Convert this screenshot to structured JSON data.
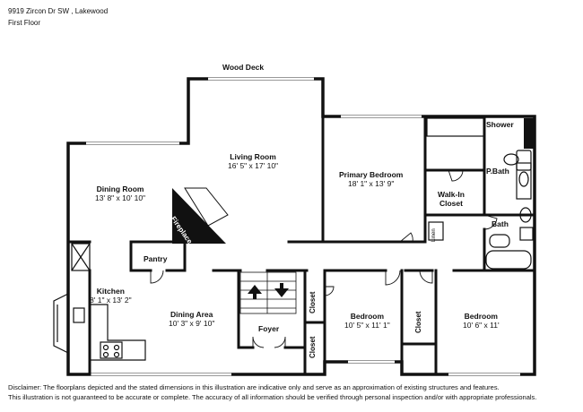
{
  "header": {
    "address": "9919 Zircon Dr SW , Lakewood",
    "floor": "First Floor"
  },
  "exterior": {
    "deck": "Wood Deck"
  },
  "rooms": {
    "living_room": {
      "name": "Living Room",
      "dims": "16' 5\" x 17' 10\""
    },
    "dining_room": {
      "name": "Dining Room",
      "dims": "13' 8\" x 10' 10\""
    },
    "primary_bedroom": {
      "name": "Primary Bedroom",
      "dims": "18' 1\" x 13' 9\""
    },
    "kitchen": {
      "name": "Kitchen",
      "dims": "8' 1\" x 13' 2\""
    },
    "dining_area": {
      "name": "Dining Area",
      "dims": "10' 3\" x 9' 10\""
    },
    "bedroom_1": {
      "name": "Bedroom",
      "dims": "10' 5\" x 11' 1\""
    },
    "bedroom_2": {
      "name": "Bedroom",
      "dims": "10' 6\" x 11'"
    },
    "walk_in_closet": {
      "line1": "Walk-In",
      "line2": "Closet"
    },
    "pantry": "Pantry",
    "foyer": "Foyer",
    "shower": "Shower",
    "p_bath": "P.Bath",
    "bath": "Bath",
    "fireplace": "Fireplace",
    "linen": "Linen",
    "closet_a": "Closet",
    "closet_b": "Closet",
    "closet_c": "Closet"
  },
  "disclaimer": {
    "line1": "Disclaimer: The floorplans depicted and the stated dimensions in this illustration are indicative only and serve as an approximation of existing structures and features.",
    "line2": "This illustration is not guaranteed to be accurate or complete. The accuracy of all information should be verified through personal inspection and/or with appropriate professionals."
  }
}
